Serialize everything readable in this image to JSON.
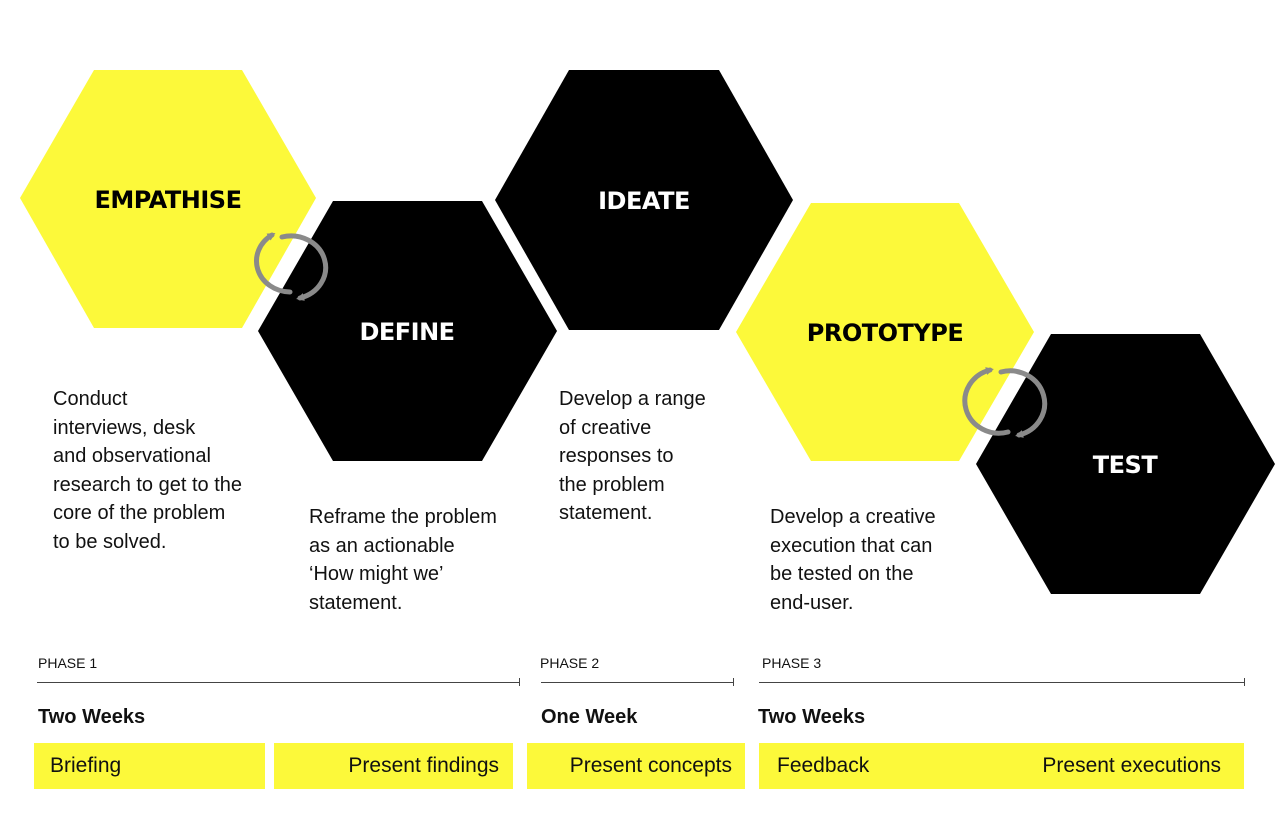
{
  "colors": {
    "accent_yellow": "#fcf93a",
    "black": "#000000",
    "arrow_grey": "#8a8a8a"
  },
  "stages": [
    {
      "label": "EMPATHISE",
      "color": "yellow"
    },
    {
      "label": "DEFINE",
      "color": "black"
    },
    {
      "label": "IDEATE",
      "color": "black"
    },
    {
      "label": "PROTOTYPE",
      "color": "yellow"
    },
    {
      "label": "TEST",
      "color": "black"
    }
  ],
  "iteration_icons": [
    "cycle-arrows-icon",
    "cycle-arrows-icon"
  ],
  "descriptions": {
    "empathise": "Conduct\ninterviews, desk\nand observational\nresearch to get to the\ncore of the problem\nto be solved.",
    "define": "Reframe the problem\nas an actionable\n‘How might we’\nstatement.",
    "ideate": "Develop a range\nof creative\nresponses to\nthe problem\nstatement.",
    "prototype": "Develop a creative\nexecution that can\nbe tested on the\nend-user."
  },
  "phases": [
    {
      "label": "PHASE 1",
      "duration": "Two Weeks",
      "milestones": [
        "Briefing",
        "Present findings"
      ]
    },
    {
      "label": "PHASE 2",
      "duration": "One Week",
      "milestones": [
        "Present concepts"
      ]
    },
    {
      "label": "PHASE 3",
      "duration": "Two Weeks",
      "milestones": [
        "Feedback",
        "Present executions"
      ]
    }
  ]
}
